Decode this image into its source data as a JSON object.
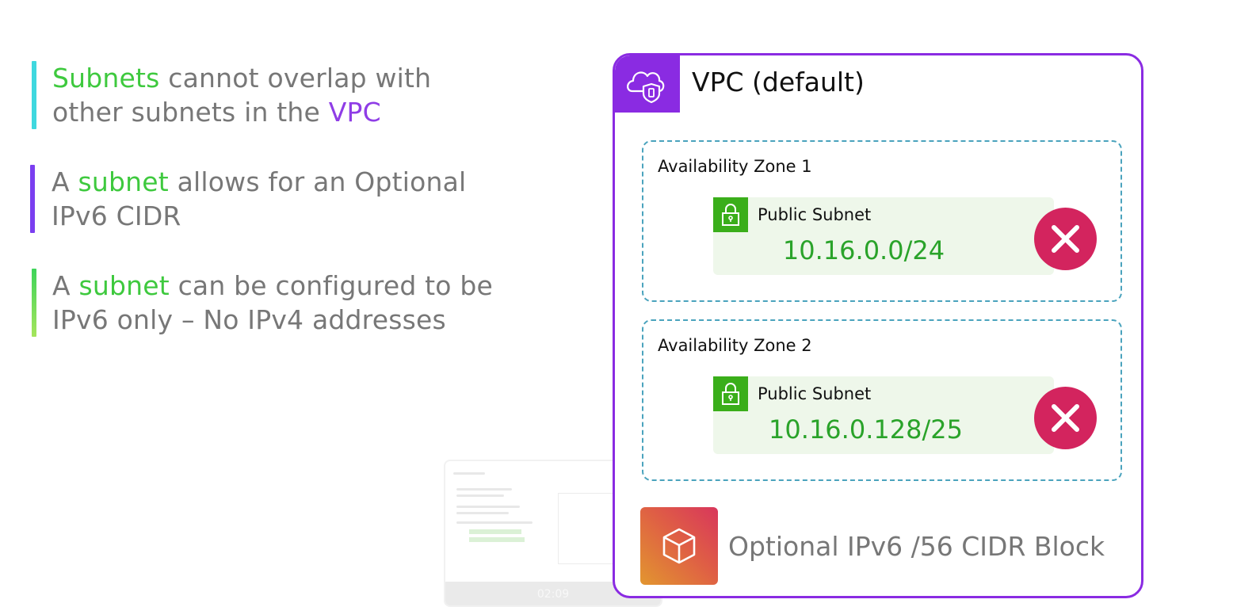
{
  "bullets": [
    {
      "line1": [
        {
          "text": "Subnets",
          "hl": "green"
        },
        {
          "text": " cannot overlap with"
        }
      ],
      "line2": [
        {
          "text": "other subnets in the "
        },
        {
          "text": "VPC",
          "hl": "purple"
        }
      ]
    },
    {
      "line1": [
        {
          "text": "A "
        },
        {
          "text": "subnet",
          "hl": "green"
        },
        {
          "text": " allows for an Optional"
        }
      ],
      "line2": [
        {
          "text": "IPv6 CIDR"
        }
      ]
    },
    {
      "line1": [
        {
          "text": "A "
        },
        {
          "text": "subnet",
          "hl": "green"
        },
        {
          "text": " can be configured to be"
        }
      ],
      "line2": [
        {
          "text": "IPv6 only – No IPv4 addresses"
        }
      ]
    }
  ],
  "vpc": {
    "title": "VPC (default)",
    "icon": "vpc-cloud-shield-icon",
    "zones": [
      {
        "label": "Availability Zone 1",
        "subnet_label": "Public Subnet",
        "cidr": "10.16.0.0/24",
        "status_icon": "x-icon"
      },
      {
        "label": "Availability Zone 2",
        "subnet_label": "Public Subnet",
        "cidr": "10.16.0.128/25",
        "status_icon": "x-icon"
      }
    ],
    "ipv6_label": "Optional IPv6 /56 CIDR Block",
    "ipv6_icon": "cube-icon"
  },
  "thumbnail": {
    "title": "Subnets",
    "time": "02:09"
  },
  "colors": {
    "accent_purple": "#8a2be2",
    "highlight_green": "#3ec93e",
    "cidr_green": "#2aa32a",
    "error_red": "#d3245e",
    "zone_border": "#4aa3bd",
    "subnet_bg": "#eef7ea",
    "lock_green": "#3aae1a"
  }
}
